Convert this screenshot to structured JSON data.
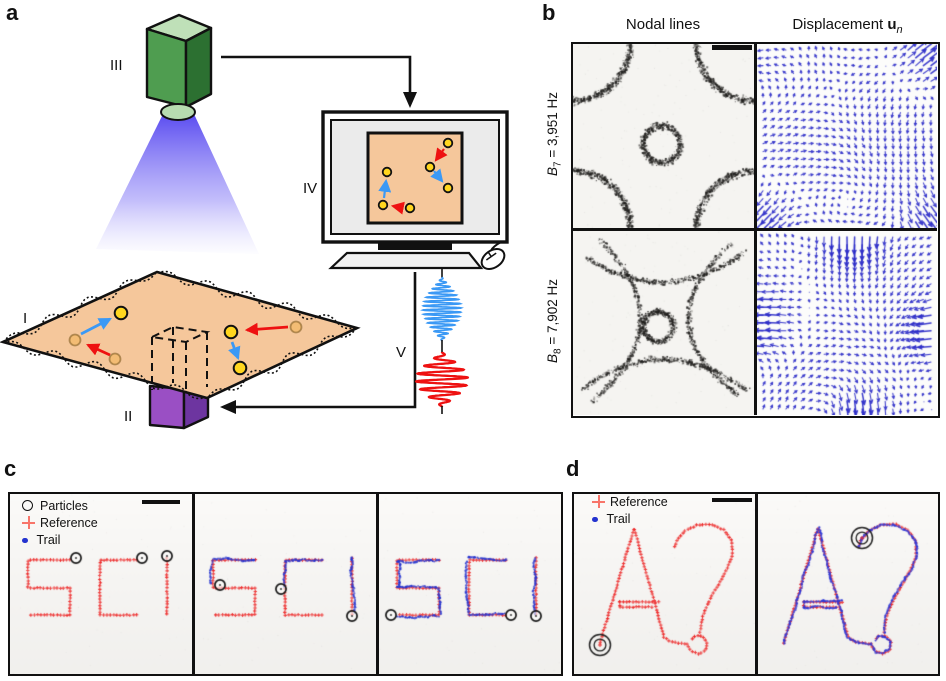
{
  "panel_labels": {
    "a": "a",
    "b": "b",
    "c": "c",
    "d": "d"
  },
  "panel_a": {
    "labels": {
      "plate": "I",
      "actuator": "II",
      "camera": "III",
      "computer": "IV",
      "signal": "V"
    },
    "colors": {
      "plate": "#f5c79b",
      "camera_front": "#4f9d50",
      "camera_side": "#2c7031",
      "camera_top": "#bfe0b8",
      "lens": "#b7dcb0",
      "cone": "#4636ee",
      "actuator_front": "#9a4fc4",
      "actuator_side": "#6d35a0",
      "particle": "#ffd61e",
      "particle_past": "#f3bc74",
      "arrow_red": "#ee1111",
      "arrow_blue": "#3b99f5",
      "signal_blue": "#3b99f5",
      "signal_red": "#ee1111"
    }
  },
  "panel_b": {
    "headers": [
      {
        "text": "Nodal lines"
      },
      {
        "prefix": "Displacement ",
        "bold": "u",
        "sub": "n"
      }
    ],
    "rows": [
      {
        "symbol": "B",
        "sub": "7",
        "value": " = 3,951 Hz"
      },
      {
        "symbol": "B",
        "sub": "8",
        "value": " = 7,902 Hz"
      }
    ],
    "arrow_color": "#2a2ac8",
    "nodal_color": "#21201e"
  },
  "panel_c": {
    "word": "SCI",
    "legend": [
      {
        "label": "Particles"
      },
      {
        "label": "Reference"
      },
      {
        "label": "Trail"
      }
    ],
    "reference_color": "#ee2b2b",
    "trail_color": "#2433cf"
  },
  "panel_d": {
    "word": "A?",
    "legend": [
      {
        "label": "Reference"
      },
      {
        "label": "Trail"
      }
    ],
    "reference_color": "#ee2b2b",
    "trail_color": "#2a36d8"
  }
}
